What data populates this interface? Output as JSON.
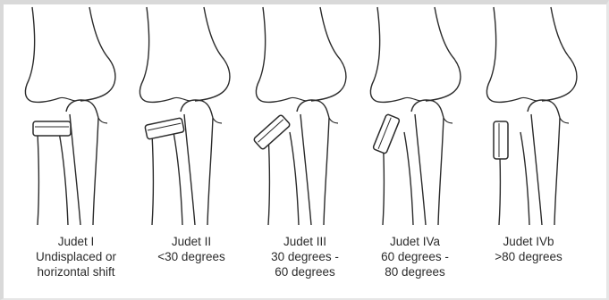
{
  "figure": {
    "panels": [
      {
        "id": "judet-1",
        "title": "Judet I",
        "line1": "Undisplaced or",
        "line2": "horizontal shift"
      },
      {
        "id": "judet-2",
        "title": "Judet II",
        "line1": "<30 degrees",
        "line2": ""
      },
      {
        "id": "judet-3",
        "title": "Judet III",
        "line1": "30 degrees -",
        "line2": "60 degrees"
      },
      {
        "id": "judet-4a",
        "title": "Judet IVa",
        "line1": "60 degrees -",
        "line2": "80 degrees"
      },
      {
        "id": "judet-4b",
        "title": "Judet IVb",
        "line1": ">80 degrees",
        "line2": ""
      }
    ],
    "colors": {
      "line": "#2b2b2b",
      "background": "#ffffff",
      "frame": "#d9d9d9"
    },
    "fragment_tilt_degrees": [
      0,
      15,
      45,
      70,
      90
    ]
  }
}
